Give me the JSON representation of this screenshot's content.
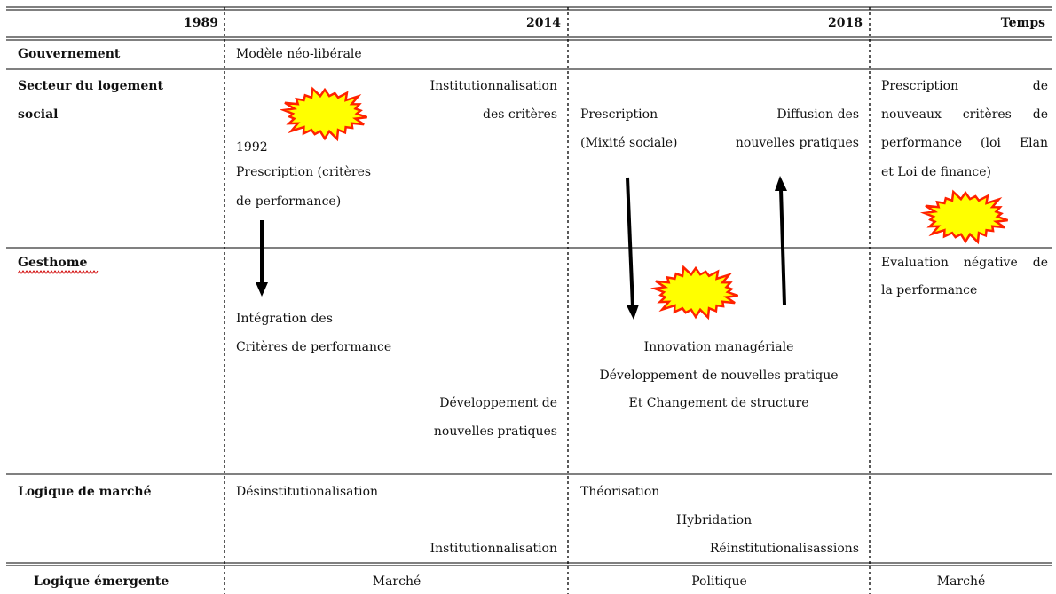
{
  "header": {
    "col1": "1989",
    "col2": "2014",
    "col3": "2018",
    "col4": "Temps"
  },
  "rows": {
    "gouvernement": {
      "label": "Gouvernement",
      "c2": "Modèle néo-libérale"
    },
    "secteur": {
      "label_line1": "Secteur du logement",
      "label_line2": "social",
      "c2_inst_line1": "Institutionnalisation",
      "c2_inst_line2": "des critères",
      "c2_year": "1992",
      "c2_presc_line1": "Prescription (critères",
      "c2_presc_line2": "de performance)",
      "c3_presc_line1": "Prescription",
      "c3_presc_line2": "(Mixité sociale)",
      "c3_diff_line1": "Diffusion des",
      "c3_diff_line2": "nouvelles pratiques",
      "c4_line1_a": "Prescription",
      "c4_line1_b": "de",
      "c4_line2_a": "nouveaux",
      "c4_line2_b": "critères",
      "c4_line2_c": "de",
      "c4_line3_a": "performance",
      "c4_line3_b": "(loi",
      "c4_line3_c": "Elan",
      "c4_line4": "et Loi de finance)"
    },
    "gesthome": {
      "label": "Gesthome",
      "c2_integ_line1": "Intégration des",
      "c2_integ_line2": "Critères de performance",
      "c2_dev_line1": "Développement de",
      "c2_dev_line2": "nouvelles pratiques",
      "c3_line1": "Innovation managériale",
      "c3_line2": "Développement de nouvelles pratique",
      "c3_line3": "Et Changement de structure",
      "c4_line1_a": "Evaluation",
      "c4_line1_b": "négative",
      "c4_line1_c": "de",
      "c4_line2": "la performance"
    },
    "marche": {
      "label": "Logique de marché",
      "c2_line1": "Désinstitutionalisation",
      "c2_line2": "Institutionnalisation",
      "c3_line1": "Théorisation",
      "c3_line2": "Hybridation",
      "c3_line3": "Réinstitutionalisassions"
    },
    "emergente": {
      "label": "Logique émergente",
      "c2": "Marché",
      "c3": "Politique",
      "c4": "Marché"
    }
  },
  "colors": {
    "star_fill": "#ffff00",
    "star_stroke": "#ff2200",
    "line": "#000000",
    "spellcheck": "#d00000"
  }
}
